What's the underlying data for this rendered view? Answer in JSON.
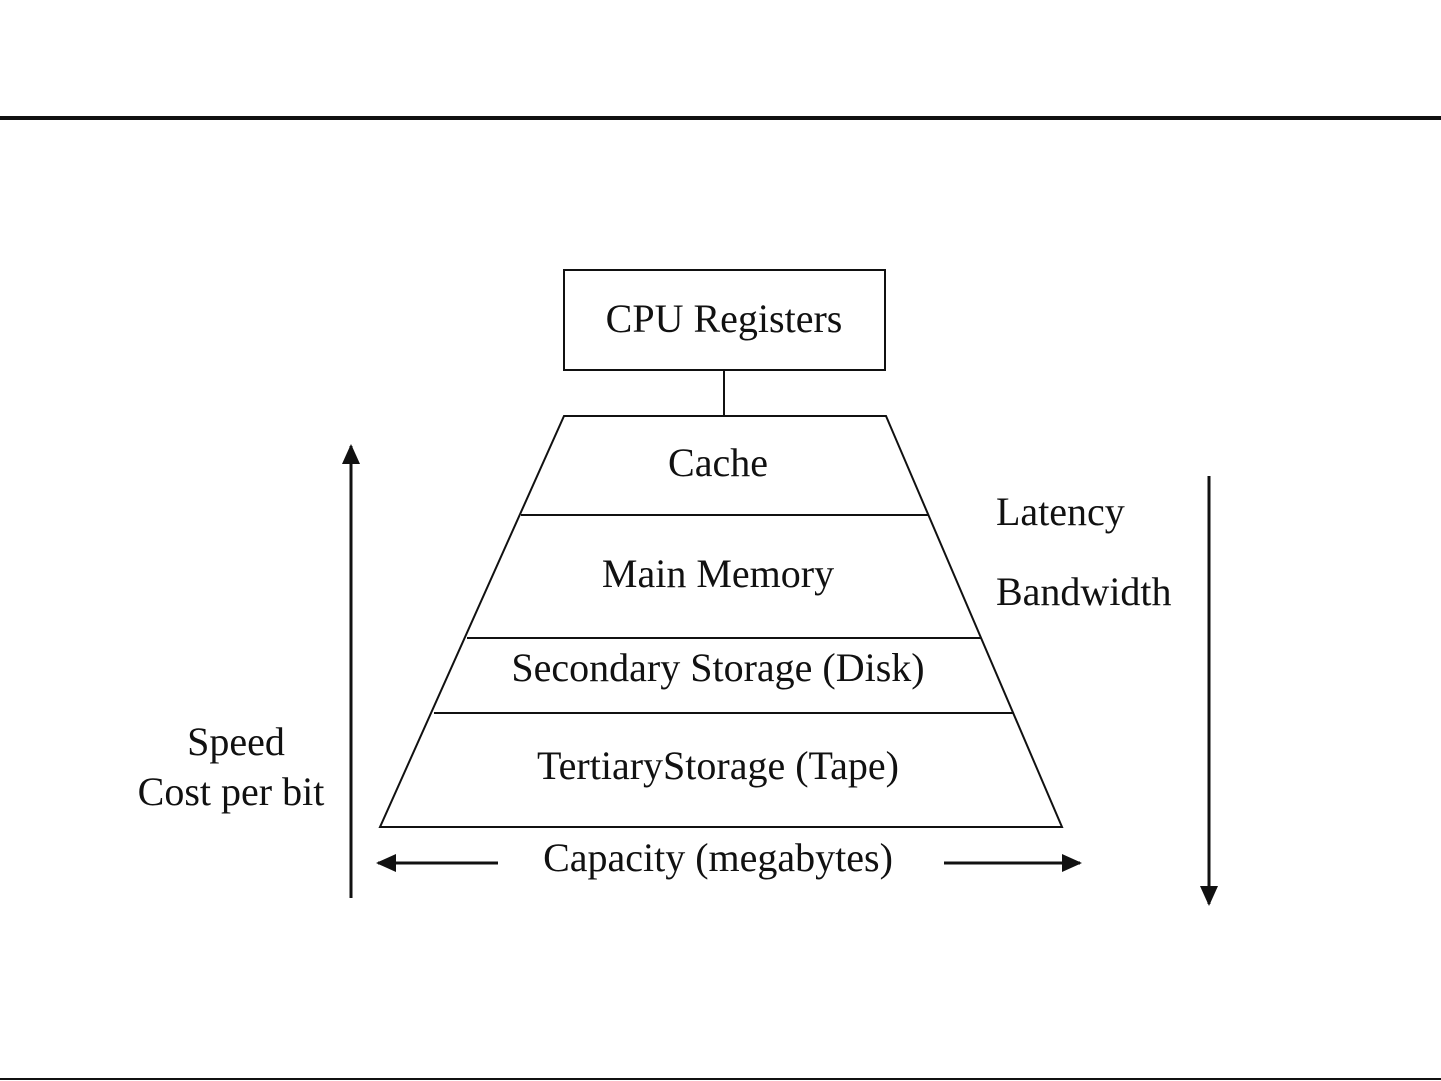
{
  "hierarchy": {
    "top_box": "CPU Registers",
    "levels": [
      "Cache",
      "Main Memory",
      "Secondary Storage (Disk)",
      "TertiaryStorage (Tape)"
    ]
  },
  "left_axis": {
    "direction": "up",
    "label_lines": [
      "Speed",
      "Cost per bit"
    ]
  },
  "right_axis": {
    "direction": "down",
    "labels": [
      "Latency",
      "Bandwidth"
    ]
  },
  "bottom_axis": {
    "direction": "both",
    "label": "Capacity (megabytes)"
  },
  "colors": {
    "ink": "#111111",
    "background": "#ffffff"
  }
}
